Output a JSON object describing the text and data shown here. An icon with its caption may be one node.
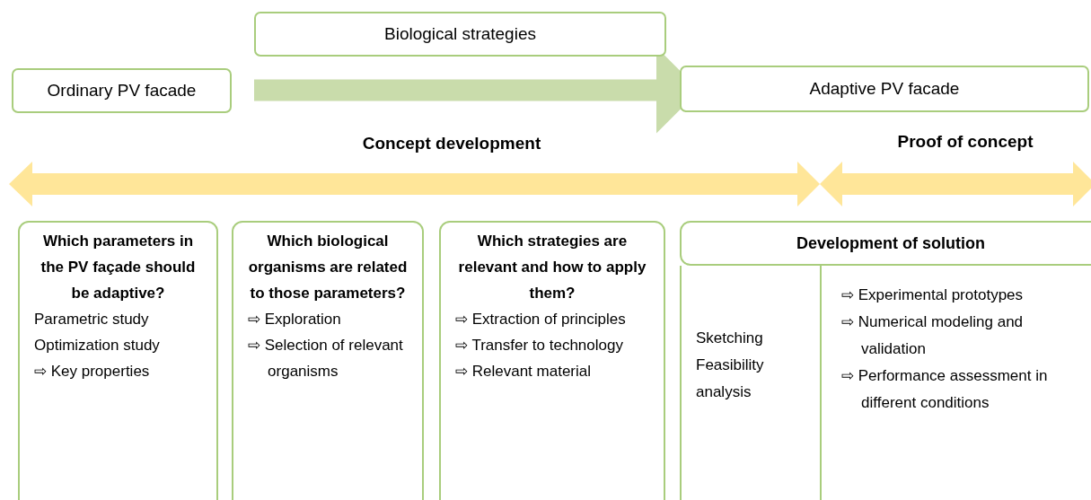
{
  "diagram": {
    "nodes": [
      {
        "text": [
          "Ordinary PV facade"
        ]
      },
      {
        "text": [
          "Biological strategies"
        ]
      },
      {
        "text": [
          "Adaptive PV facade"
        ]
      },
      {
        "text": [
          "Which parameters in the PV façade should be adaptive?",
          "Parametric study",
          "Optimization study",
          "⇨ Key properties"
        ]
      },
      {
        "text": [
          "Which biological organisms are related to those parameters?",
          "⇨ Exploration",
          "⇨ Selection of relevant organisms"
        ]
      },
      {
        "text": [
          "Which strategies are relevant and how to apply them?",
          "⇨ Extraction of principles",
          "⇨ Transfer to technology",
          "⇨ Relevant material"
        ]
      },
      {
        "text": [
          "Development of solution"
        ]
      },
      {
        "text": [
          "Sketching",
          "Feasibility analysis"
        ]
      },
      {
        "text": [
          "⇨ Experimental prototypes",
          "⇨ Numerical modeling and validation",
          "⇨ Performance assessment in different conditions"
        ]
      }
    ],
    "edges": [
      {
        "from": 0,
        "to": 2,
        "arrow": "to",
        "color": "#c9dcab"
      }
    ],
    "labels": [
      "Concept development",
      "Proof of concept"
    ]
  }
}
